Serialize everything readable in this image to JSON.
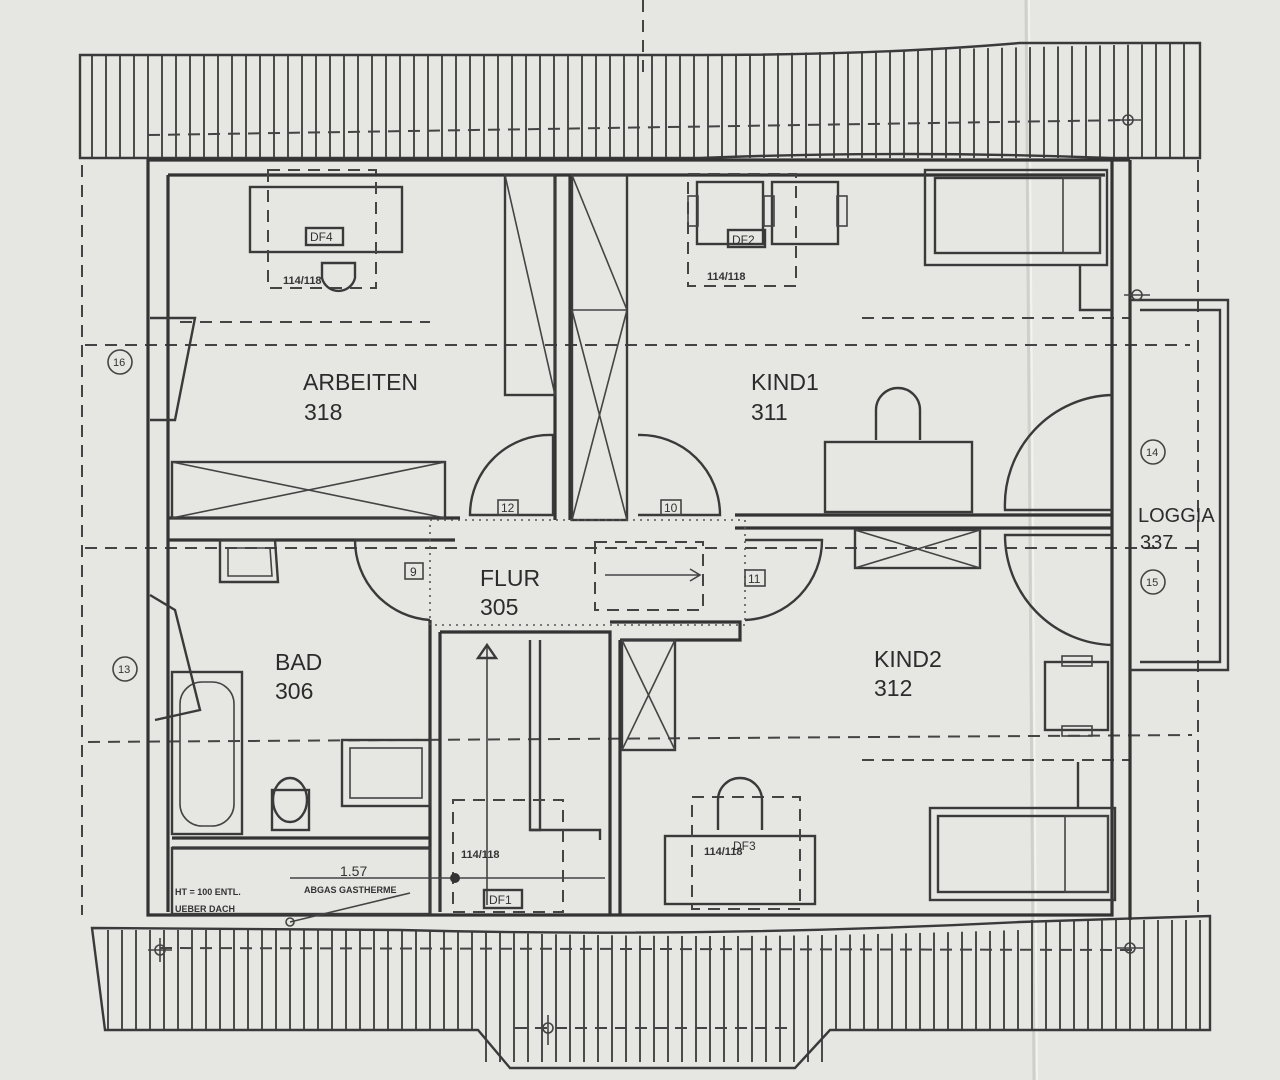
{
  "rooms": [
    {
      "name": "ARBEITEN",
      "number": "318"
    },
    {
      "name": "KIND1",
      "number": "311"
    },
    {
      "name": "FLUR",
      "number": "305"
    },
    {
      "name": "BAD",
      "number": "306"
    },
    {
      "name": "KIND2",
      "number": "312"
    },
    {
      "name": "LOGGIA",
      "number": "337"
    }
  ],
  "windows": [
    {
      "label": "DF4",
      "size": "114/118"
    },
    {
      "label": "DF2",
      "size": "114/118"
    },
    {
      "label": "DF1",
      "size": "114/118"
    },
    {
      "label": "DF3",
      "size": "114/118"
    }
  ],
  "doors": [
    "12",
    "10",
    "9",
    "11"
  ],
  "axis_markers": [
    "16",
    "13",
    "14",
    "15"
  ],
  "dimension": "1.57",
  "notes": {
    "abgas": "ABGAS GASTHERME",
    "ueber_dach_1": "HT = 100 ENTL.",
    "ueber_dach_2": "UEBER DACH"
  }
}
